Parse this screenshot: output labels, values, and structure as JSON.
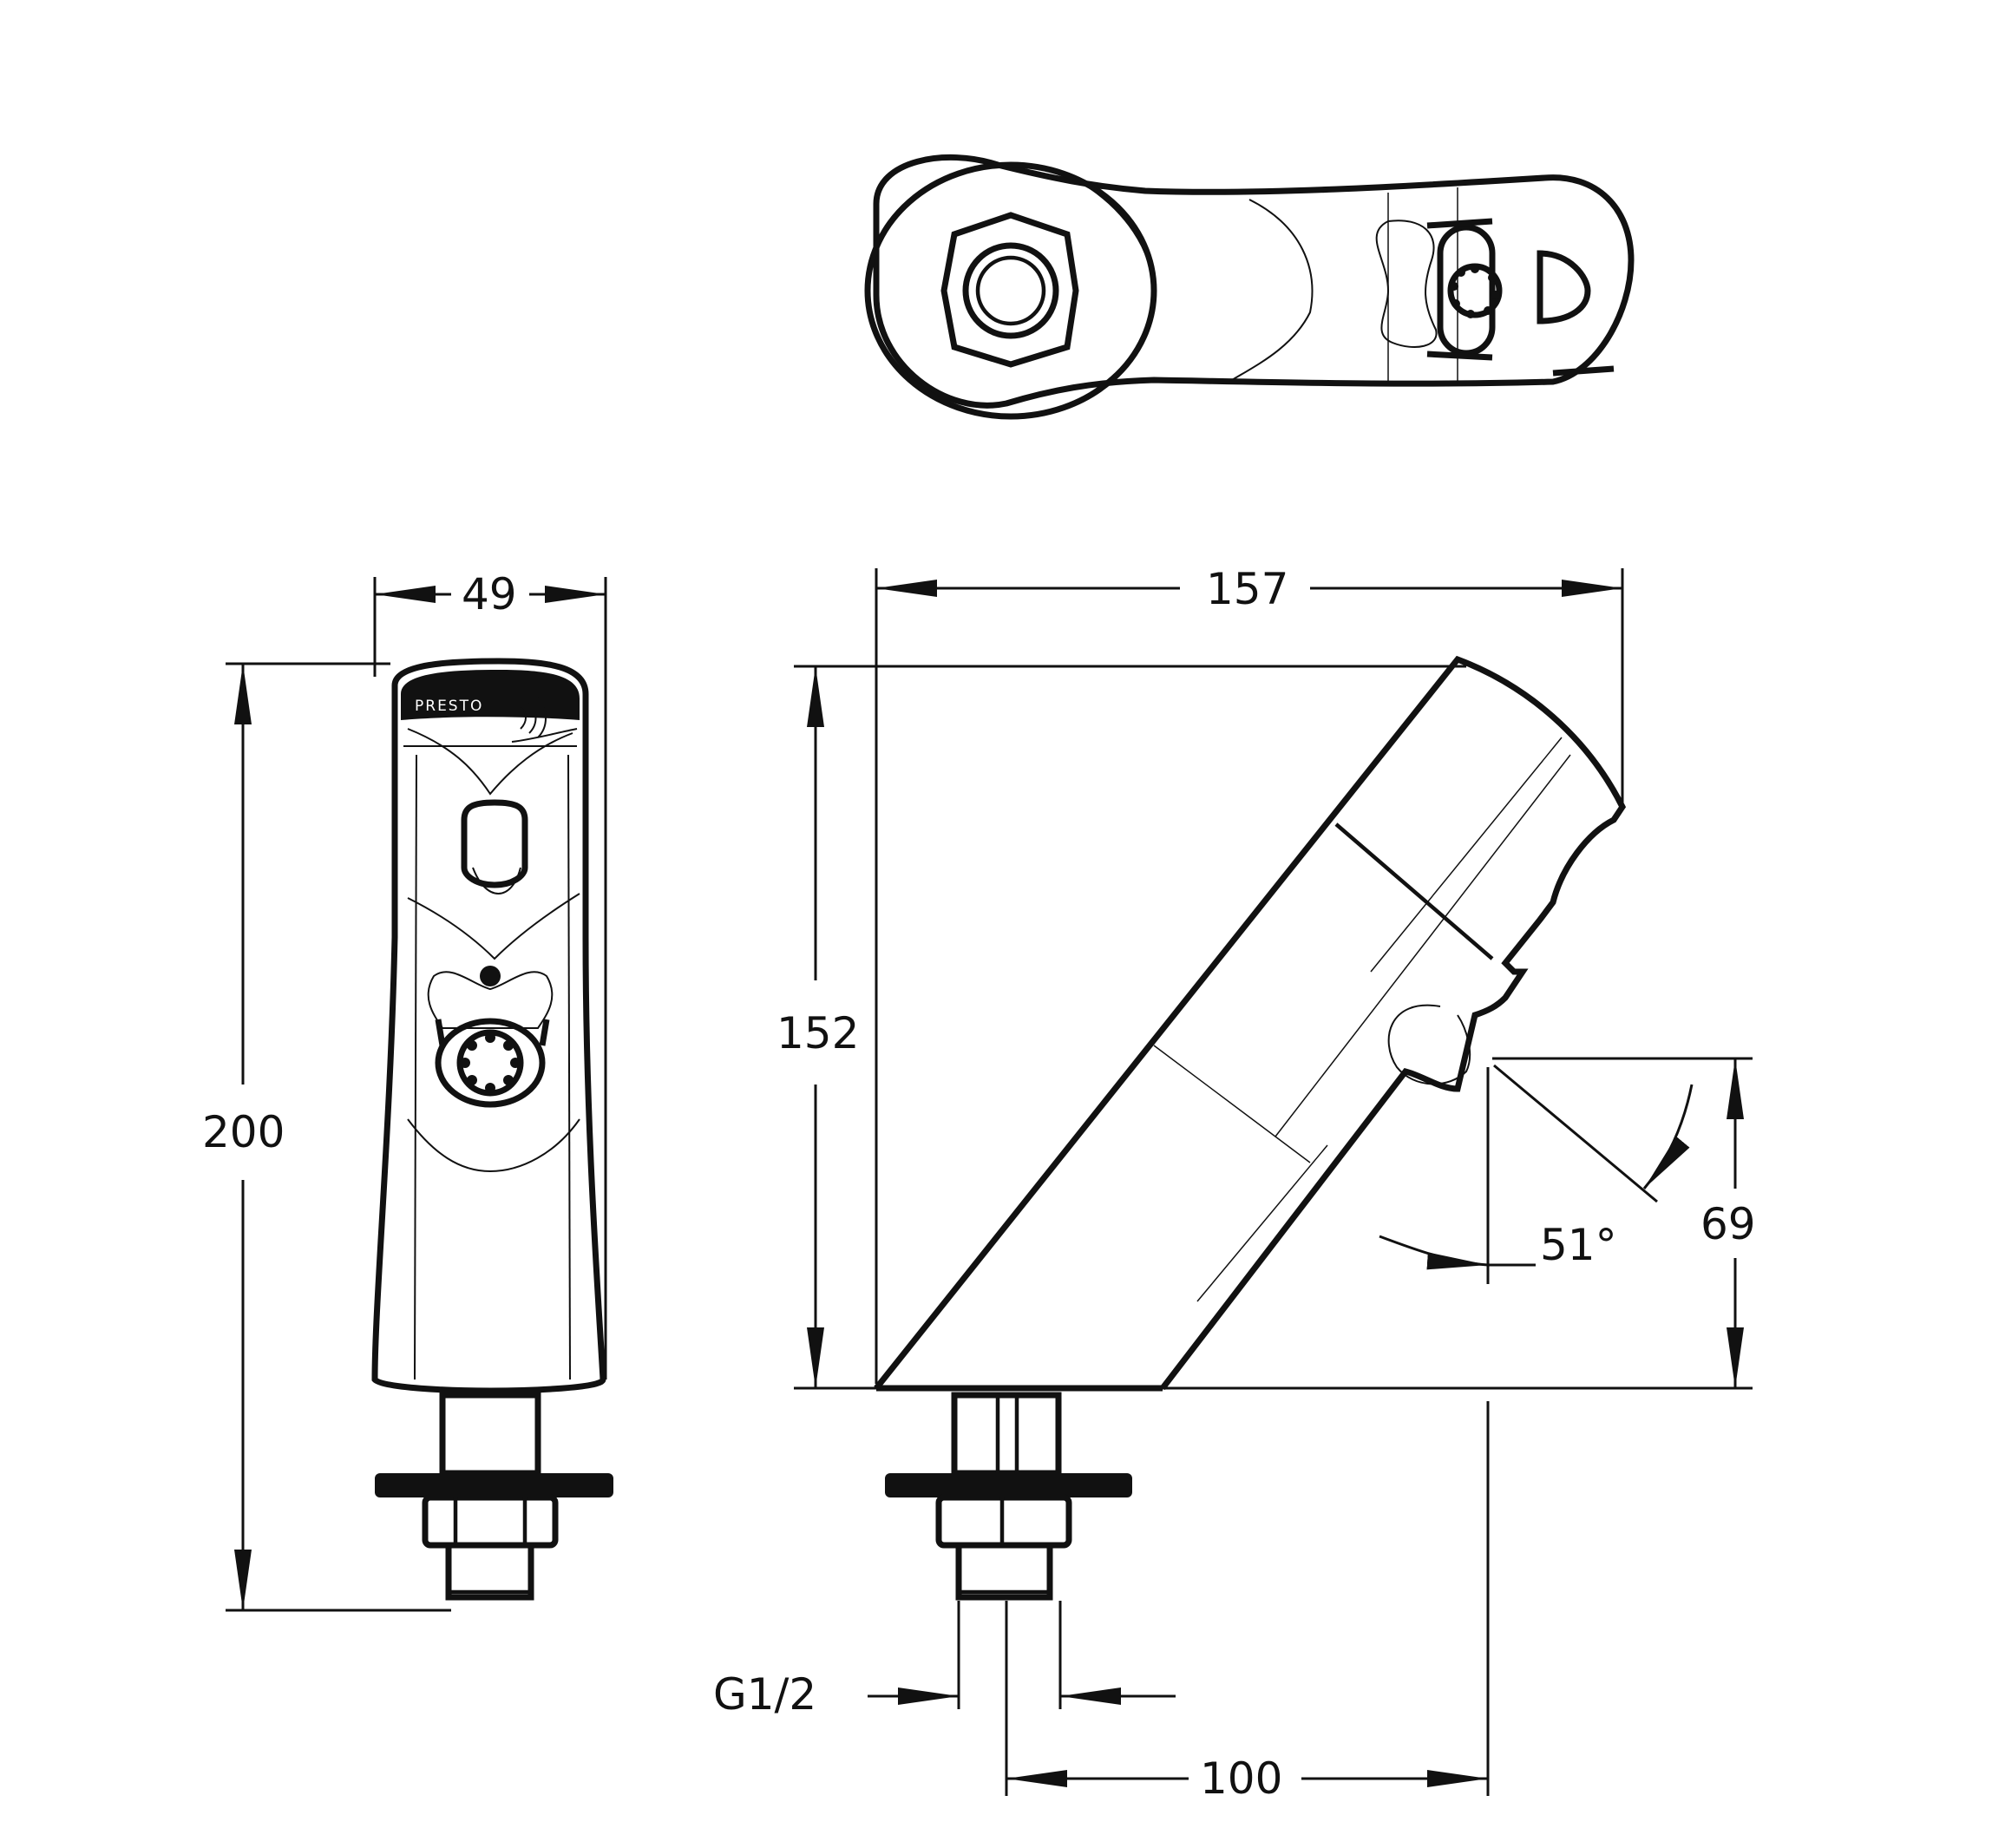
{
  "brand": {
    "logo": "PRESTO"
  },
  "dimensions": {
    "side_width": "49",
    "total_height": "200",
    "overall_length": "157",
    "body_height": "152",
    "outlet_height": "69",
    "angle": "51°",
    "thread": "G1/2",
    "reach": "100"
  },
  "colors": {
    "line": "#111111",
    "background": "#ffffff"
  }
}
